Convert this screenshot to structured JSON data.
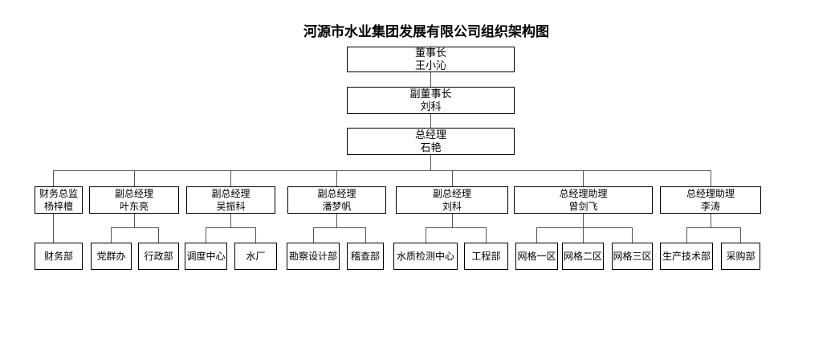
{
  "title": "河源市水业集团发展有限公司组织架构图",
  "colors": {
    "background": "#ffffff",
    "box_border": "#000000",
    "connector": "#555555",
    "text": "#000000"
  },
  "org": {
    "chairman": {
      "role": "董事长",
      "name": "王小沁"
    },
    "vice_chairman": {
      "role": "副董事长",
      "name": "刘科"
    },
    "general_manager": {
      "role": "总经理",
      "name": "石艳"
    },
    "managers": [
      {
        "role": "财务总监",
        "name": "杨梓檀",
        "departments": [
          "财务部"
        ]
      },
      {
        "role": "副总经理",
        "name": "叶东亮",
        "departments": [
          "党群办",
          "行政部"
        ]
      },
      {
        "role": "副总经理",
        "name": "吴振科",
        "departments": [
          "调度中心",
          "水厂"
        ]
      },
      {
        "role": "副总经理",
        "name": "潘梦帆",
        "departments": [
          "勘察设计部",
          "稽查部"
        ]
      },
      {
        "role": "副总经理",
        "name": "刘科",
        "departments": [
          "水质检测中心",
          "工程部"
        ]
      },
      {
        "role": "总经理助理",
        "name": "曾剑飞",
        "departments": [
          "网格一区",
          "网格二区",
          "网格三区"
        ]
      },
      {
        "role": "总经理助理",
        "name": "李涛",
        "departments": [
          "生产技术部",
          "采购部"
        ]
      }
    ]
  }
}
